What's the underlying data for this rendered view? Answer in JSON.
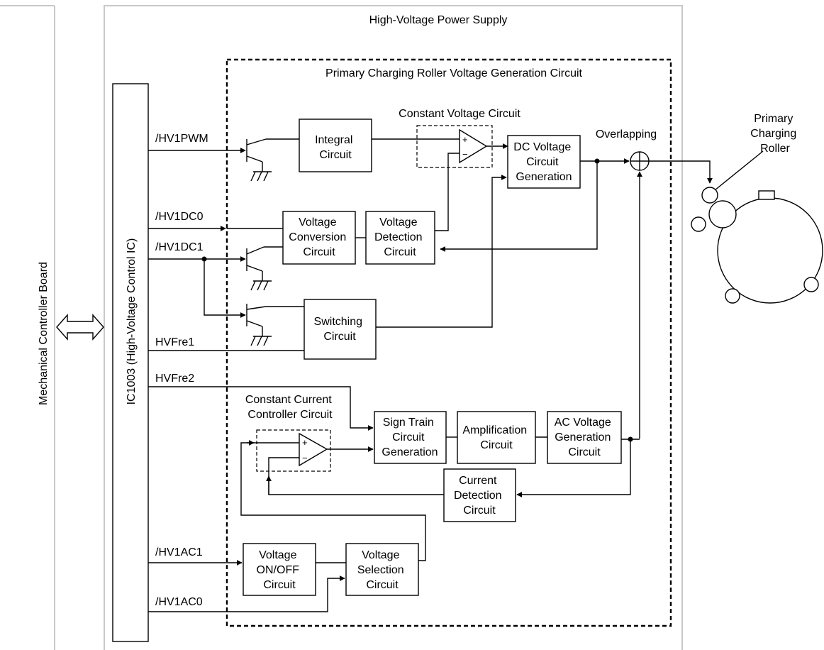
{
  "frames": {
    "controller_board": "Mechanical Controller Board",
    "hv_power_supply": "High-Voltage Power Supply",
    "primary_circuit": "Primary Charging Roller Voltage Generation Circuit"
  },
  "ic": {
    "label": "IC1003 (High-Voltage Control IC)"
  },
  "signals": {
    "hv1pwm": "/HV1PWM",
    "hv1dc0": "/HV1DC0",
    "hv1dc1": "/HV1DC1",
    "hvfre1": "HVFre1",
    "hvfre2": "HVFre2",
    "hv1ac1": "/HV1AC1",
    "hv1ac0": "/HV1AC0"
  },
  "blocks": {
    "integral": [
      "Integral",
      "Circuit"
    ],
    "dc_voltage": [
      "DC Voltage",
      "Circuit",
      "Generation"
    ],
    "voltage_conversion": [
      "Voltage",
      "Conversion",
      "Circuit"
    ],
    "voltage_detection": [
      "Voltage",
      "Detection",
      "Circuit"
    ],
    "switching": [
      "Switching",
      "Circuit"
    ],
    "sign_train": [
      "Sign Train",
      "Circuit",
      "Generation"
    ],
    "amplification": [
      "Amplification",
      "Circuit"
    ],
    "ac_voltage": [
      "AC Voltage",
      "Generation",
      "Circuit"
    ],
    "current_detection": [
      "Current",
      "Detection",
      "Circuit"
    ],
    "voltage_onoff": [
      "Voltage",
      "ON/OFF",
      "Circuit"
    ],
    "voltage_selection": [
      "Voltage",
      "Selection",
      "Circuit"
    ]
  },
  "labels": {
    "constant_voltage": "Constant Voltage Circuit",
    "constant_current": [
      "Constant Current",
      "Controller Circuit"
    ],
    "overlapping": "Overlapping",
    "primary_roller": [
      "Primary",
      "Charging",
      "Roller"
    ],
    "opamp_plus": "+",
    "opamp_minus": "−"
  }
}
